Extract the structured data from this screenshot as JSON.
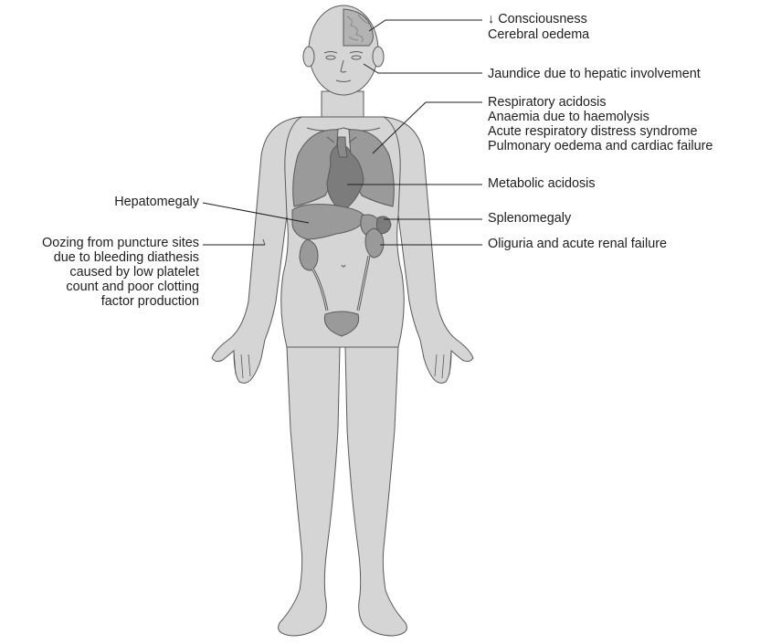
{
  "colors": {
    "skin": "#d5d5d5",
    "skin_shade": "#bdbdbd",
    "outline": "#5a5a5a",
    "organ": "#9a9a9a",
    "organ_dark": "#7c7c7c",
    "brain": "#b3b3b3",
    "leader": "#1e1e1e",
    "text": "#1e1e1e"
  },
  "annotations": {
    "consciousness": "↓ Consciousness",
    "cerebral_oedema": "Cerebral oedema",
    "jaundice": "Jaundice due to hepatic involvement",
    "respiratory_acidosis": "Respiratory acidosis",
    "anaemia": "Anaemia due to haemolysis",
    "ards": "Acute respiratory distress syndrome",
    "pulmonary_oedema": "Pulmonary oedema and cardiac failure",
    "metabolic_acidosis": "Metabolic acidosis",
    "splenomegaly": "Splenomegaly",
    "oliguria": "Oliguria and acute renal failure",
    "hepatomegaly": "Hepatomegaly",
    "oozing_1": "Oozing from puncture sites",
    "oozing_2": "due to bleeding diathesis",
    "oozing_3": "caused by low platelet",
    "oozing_4": "count and poor clotting",
    "oozing_5": "factor production"
  }
}
